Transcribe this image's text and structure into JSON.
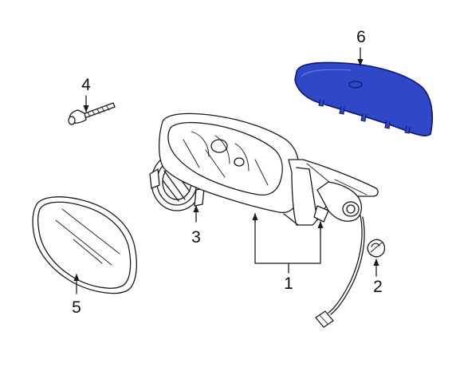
{
  "callouts": [
    {
      "id": "1",
      "label": "1"
    },
    {
      "id": "2",
      "label": "2"
    },
    {
      "id": "3",
      "label": "3"
    },
    {
      "id": "4",
      "label": "4"
    },
    {
      "id": "5",
      "label": "5"
    },
    {
      "id": "6",
      "label": "6"
    }
  ],
  "colors": {
    "highlight_fill": "#2f48c8",
    "highlight_stroke": "#0d1870",
    "line": "#1a1a1a",
    "background": "#ffffff"
  },
  "highlighted_part": "6"
}
